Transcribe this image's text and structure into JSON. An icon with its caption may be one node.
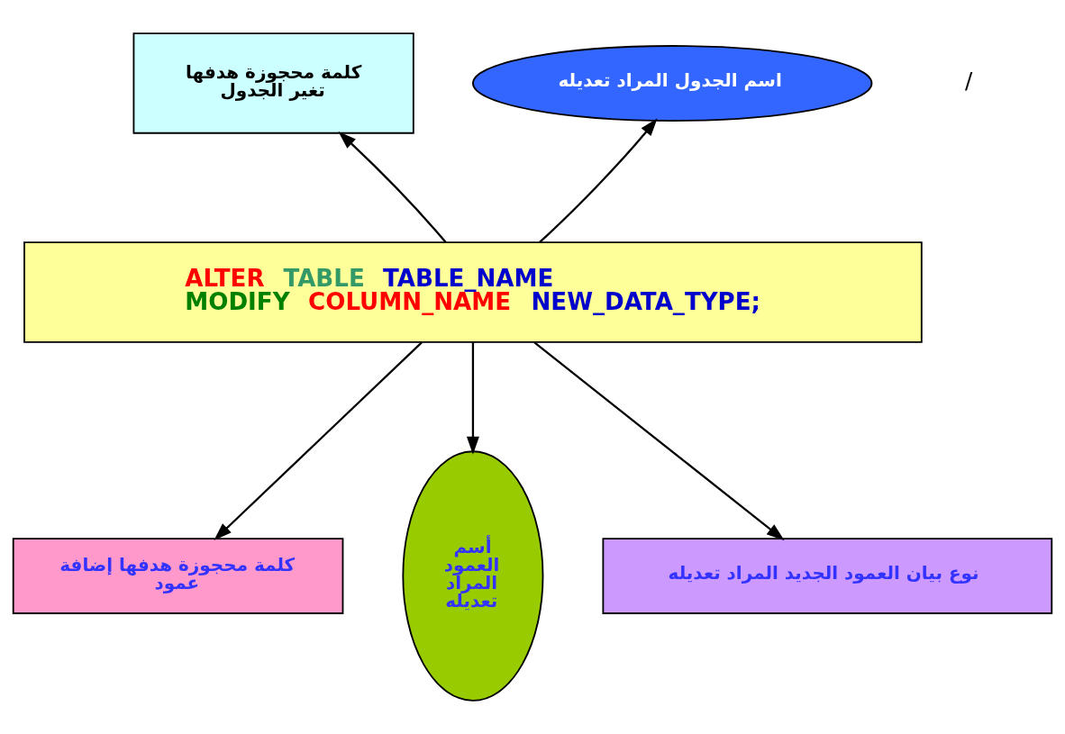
{
  "diagram": {
    "nodes": [
      {
        "text": [
          "كلمة محجوزة هدفها تغير الجدول"
        ]
      },
      {
        "text": [
          "اسم الجدول المراد تعديله"
        ]
      },
      {
        "text": [
          "ALTER TABLE TABLE_NAME",
          "MODIFY COLUMN_NAME NEW_DATA_TYPE;"
        ]
      },
      {
        "text": [
          "كلمة محجوزة هدفها إضافة عمود"
        ]
      },
      {
        "text": [
          "أسم العمود المراد تعديله"
        ]
      },
      {
        "text": [
          "نوع بيان العمود الجديد المراد تعديله"
        ]
      }
    ],
    "edges": [
      {
        "from": 2,
        "to": 0,
        "arrow": "to"
      },
      {
        "from": 2,
        "to": 1,
        "arrow": "to"
      },
      {
        "from": 2,
        "to": 3,
        "arrow": "to"
      },
      {
        "from": 2,
        "to": 4,
        "arrow": "to"
      },
      {
        "from": 2,
        "to": 5,
        "arrow": "to"
      }
    ],
    "labels": [
      "/"
    ]
  }
}
